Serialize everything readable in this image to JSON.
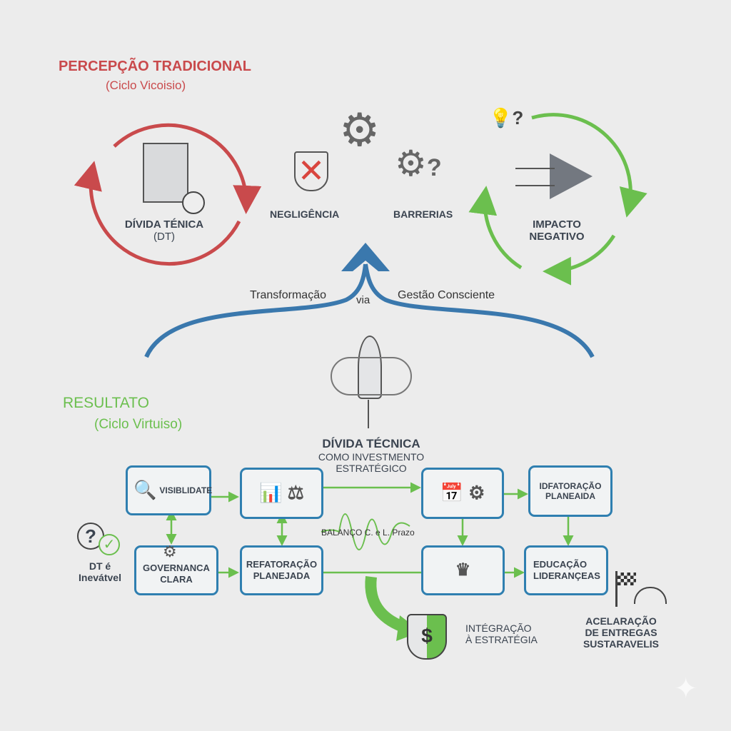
{
  "top": {
    "title": "PERCEPÇÃO TRADICIONAL",
    "subtitle": "(Ciclo Vicoisio)",
    "cycle_label": [
      "DÍVIDA TÉNICA",
      "(DT)"
    ],
    "negligence": "NEGLIGÊNCIA",
    "barriers": "BARRERIAS",
    "impact": [
      "IMPACTO",
      "NEGATIVO"
    ]
  },
  "transform": {
    "left": "Transformação",
    "middle": "via",
    "right": "Gestão Consciente"
  },
  "bottom": {
    "title": "RESULTATO",
    "subtitle": "(Ciclo Virtuiso)",
    "center": [
      "DÍVIDA TÉCNICA",
      "COMO INVESTMENTO",
      "ESTRATÉGICO"
    ],
    "inevitable": [
      "DT é",
      "Inevátvel"
    ],
    "boxes": {
      "visibility": "VISIBLIDATE",
      "governance": [
        "GOVERNANCA",
        "CLARA"
      ],
      "refactor": [
        "REFATORAÇÃO",
        "PLANEJADA"
      ],
      "refactor2": [
        "IDFATORAÇÃO",
        "PLANEAIDA"
      ],
      "education": [
        "EDUCAÇÃO",
        "LIDERANÇEAS"
      ]
    },
    "balance": "BALANÇO C. e L. Prazo",
    "integration": [
      "INTÉGRAÇÃO",
      "À ESTRATÉGIA"
    ],
    "acceleration": [
      "ACELARAÇÃO",
      "DE ENTREGAS",
      "SUSTARAVELIS"
    ]
  },
  "colors": {
    "red": "#c94a4c",
    "green": "#6bbf4e",
    "blue": "#3a78ad",
    "box": "#2f7fb0"
  }
}
